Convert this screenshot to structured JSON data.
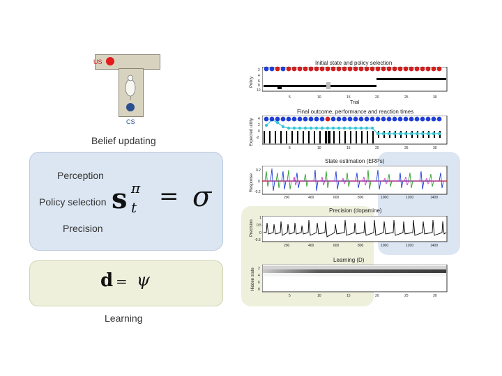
{
  "labels": {
    "us": "US",
    "cs": "CS",
    "belief_updating": "Belief updating",
    "perception": "Perception",
    "policy_selection": "Policy selection",
    "precision": "Precision",
    "learning": "Learning"
  },
  "plots": {
    "initial": {
      "title": "Initial state and policy selection",
      "ylabel": "Policy",
      "xlabel": "Trial",
      "yticks": [
        "2",
        "4",
        "6",
        "8",
        "10"
      ],
      "xticks": [
        "5",
        "10",
        "15",
        "20",
        "25",
        "30"
      ]
    },
    "final": {
      "title": "Final outcome, performance and reaction times",
      "ylabel": "Expected utility",
      "yticks": [
        "4",
        "2",
        "0",
        "-2"
      ],
      "xticks": [
        "5",
        "10",
        "15",
        "20",
        "25",
        "30"
      ]
    },
    "erp": {
      "title": "State estimation (ERPs)",
      "ylabel": "Response",
      "yticks": [
        "0.2",
        "0",
        "-0.2"
      ],
      "xticks": [
        "200",
        "400",
        "600",
        "800",
        "1000",
        "1200",
        "1400"
      ]
    },
    "dopamine": {
      "title": "Precision (dopamine)",
      "ylabel": "Precision",
      "yticks": [
        "1",
        "0.5",
        "0",
        "-0.5"
      ],
      "xticks": [
        "200",
        "400",
        "600",
        "800",
        "1000",
        "1200",
        "1400"
      ]
    },
    "learning": {
      "title": "Learning (D)",
      "ylabel": "Hidden state",
      "yticks": [
        "2",
        "4",
        "6",
        "8"
      ],
      "xticks": [
        "5",
        "10",
        "15",
        "20",
        "25",
        "30"
      ]
    }
  },
  "colors": {
    "blue_panel": "#dce6f2",
    "green_panel": "#eef0dc",
    "us_red": "#e21b1b",
    "cs_blue": "#2a4f8f",
    "cyan": "#35c6d6"
  }
}
